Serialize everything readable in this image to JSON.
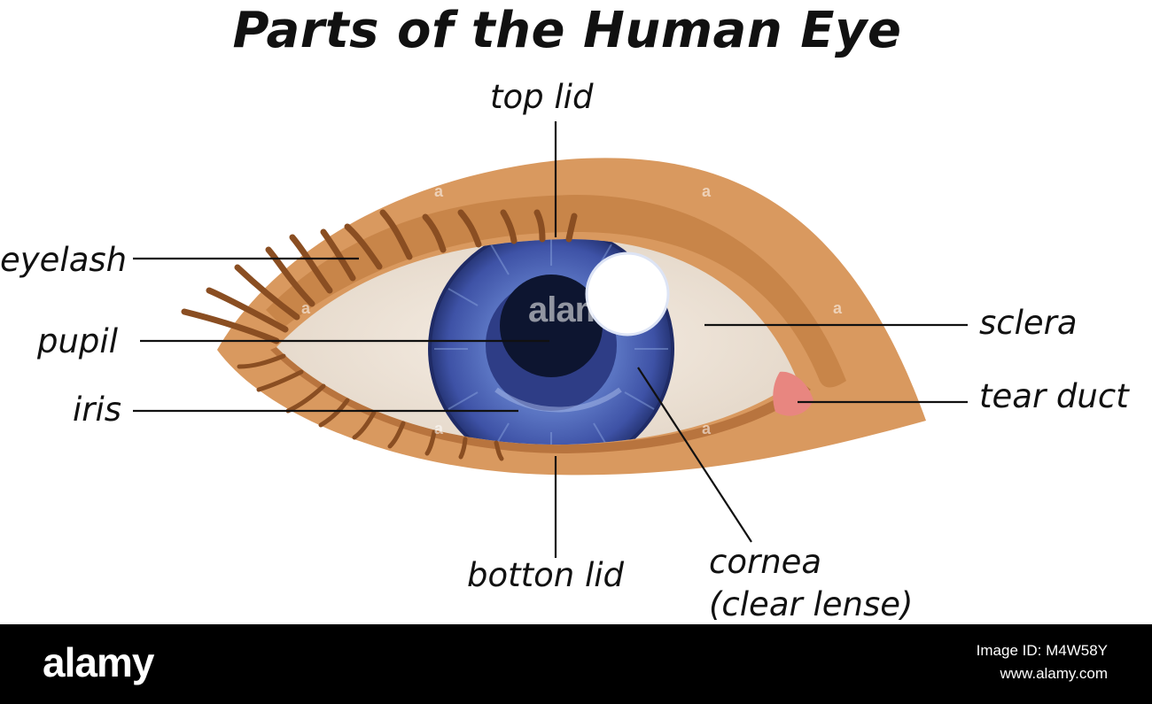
{
  "title": "Parts of the Human Eye",
  "labels": {
    "top_lid": "top lid",
    "eyelash": "eyelash",
    "pupil": "pupil",
    "iris": "iris",
    "sclera": "sclera",
    "tear_duct": "tear duct",
    "bottom_lid": "botton lid",
    "cornea_line1": "cornea",
    "cornea_line2": "(clear lense)"
  },
  "footer": {
    "logo": "alamy",
    "image_id": "Image ID: M4W58Y",
    "site": "www.alamy.com"
  },
  "watermark": "alamy",
  "colors": {
    "skin": "#D9995F",
    "skin_shade": "#C88549",
    "eyelash": "#8A4E22",
    "sclera": "#EDE3D8",
    "iris": "#5166B5",
    "iris_dark": "#2E3D86",
    "pupil": "#0D1530",
    "tear_duct": "#E88680",
    "footer_bg": "#000000"
  }
}
